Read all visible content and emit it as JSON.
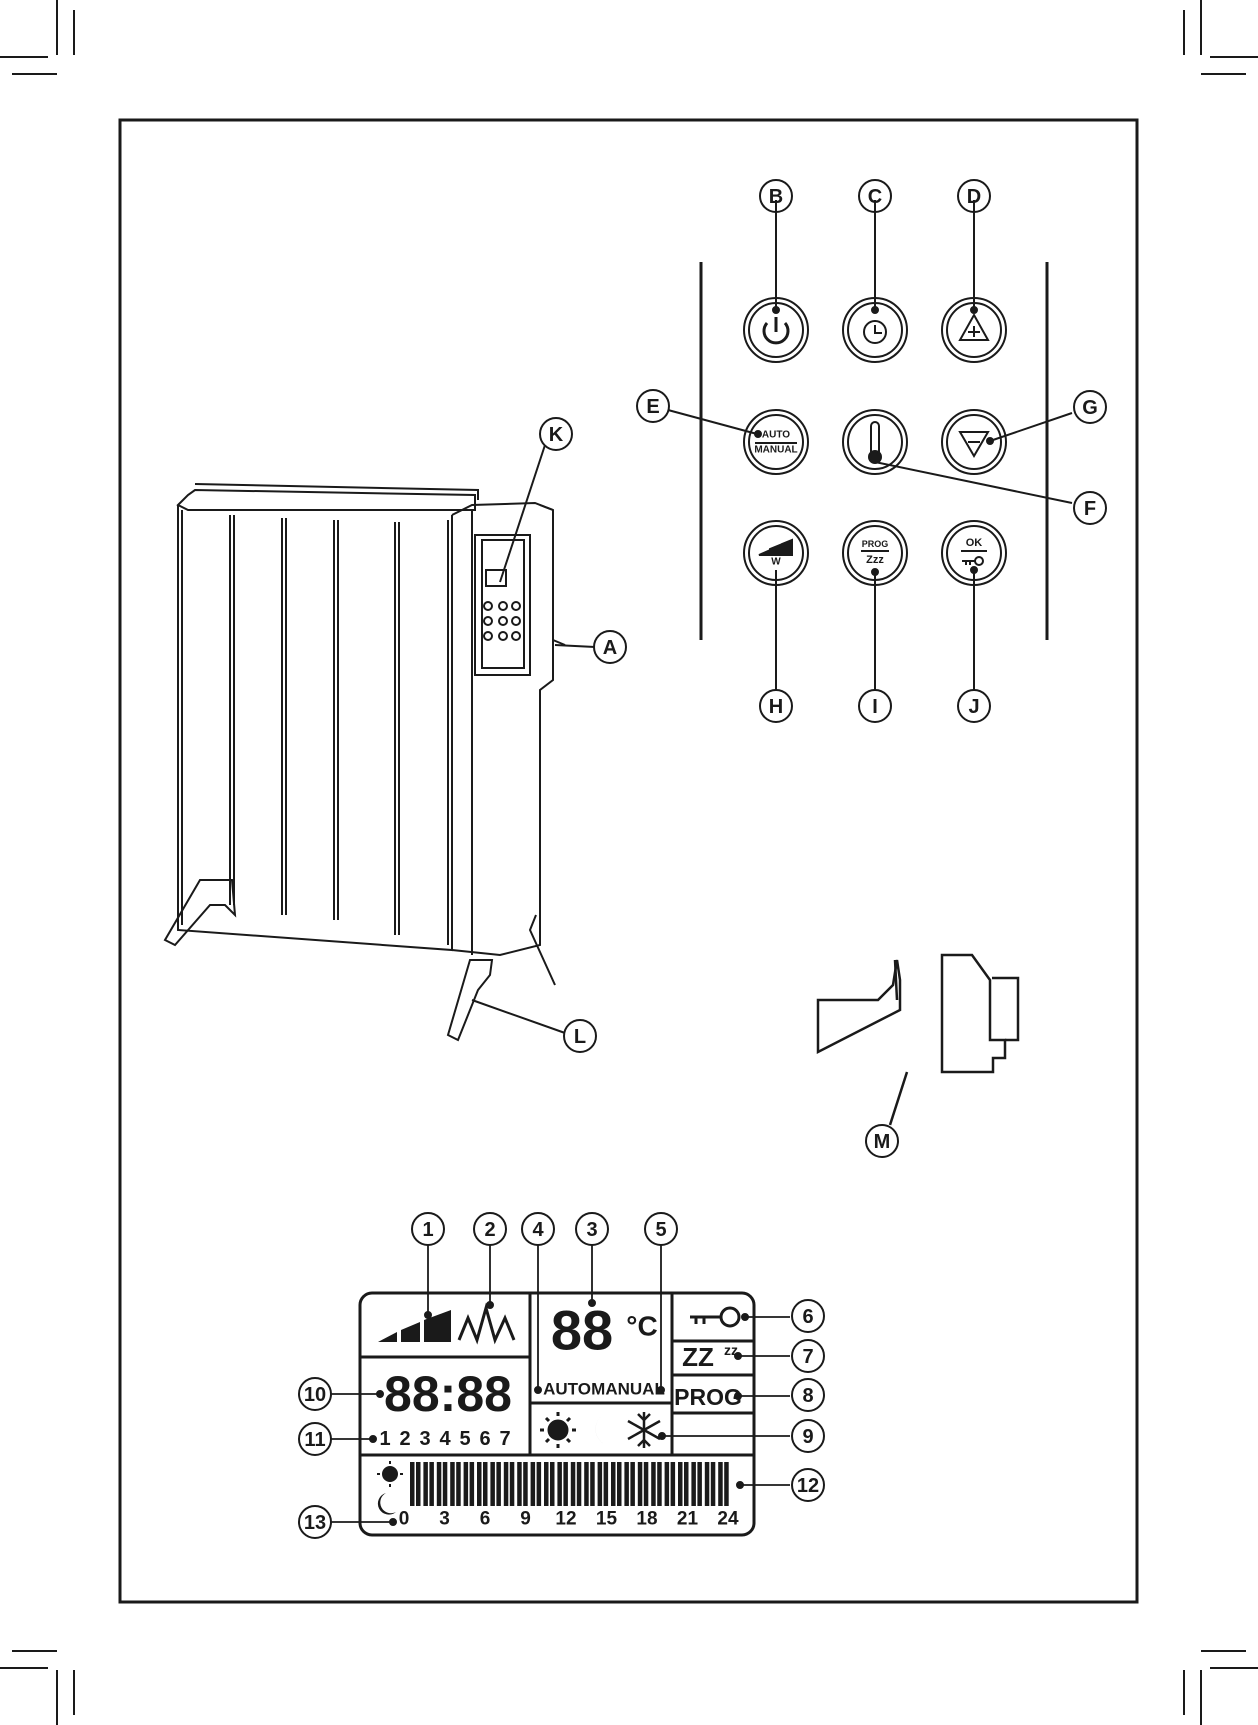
{
  "colors": {
    "ink": "#1a1a1a",
    "paper": "#ffffff"
  },
  "callouts": {
    "A": "A",
    "B": "B",
    "C": "C",
    "D": "D",
    "E": "E",
    "F": "F",
    "G": "G",
    "H": "H",
    "I": "I",
    "J": "J",
    "K": "K",
    "L": "L",
    "M": "M"
  },
  "panel_buttons": {
    "power": {
      "icon": "power-icon"
    },
    "clock": {
      "icon": "clock-icon"
    },
    "plus": {
      "icon": "up-triangle-plus-icon"
    },
    "auto_manual": {
      "top": "AUTO",
      "bottom": "MANUAL"
    },
    "temperature": {
      "icon": "thermometer-icon"
    },
    "minus": {
      "icon": "down-triangle-minus-icon"
    },
    "power_level": {
      "label": "W",
      "icon": "power-level-icon"
    },
    "prog": {
      "top": "PROG",
      "bottom": "Zzz"
    },
    "ok": {
      "top": "OK",
      "icon": "key-icon"
    }
  },
  "lcd_numbers": [
    "1",
    "2",
    "3",
    "4",
    "5",
    "6",
    "7",
    "8",
    "9",
    "10",
    "11",
    "12",
    "13"
  ],
  "lcd": {
    "temp_digits": "88",
    "temp_unit": "°C",
    "mode_auto": "AUTO",
    "mode_manual": "MANUAL",
    "time_digits": "88:88",
    "prog_text": "PROG",
    "sleep_text": "ZZ",
    "sleep_small": "zz",
    "days": [
      "1",
      "2",
      "3",
      "4",
      "5",
      "6",
      "7"
    ],
    "hours": [
      "0",
      "3",
      "6",
      "9",
      "12",
      "15",
      "18",
      "21",
      "24"
    ],
    "icons": [
      "power-level-icon",
      "heating-wave-icon",
      "key-icon",
      "sun-icon",
      "moon-icon",
      "snowflake-icon"
    ]
  }
}
